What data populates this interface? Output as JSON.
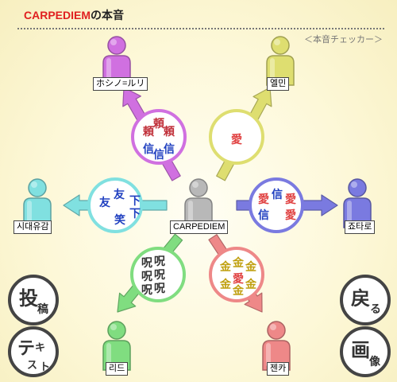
{
  "title": {
    "brand": "CARPEDIEM",
    "suffix": "の本音"
  },
  "checker_label": "＜本音チェッカー＞",
  "center_person": {
    "name": "CARPEDIEM"
  },
  "relations": [
    {
      "id": "north-west",
      "person": "ホシノ=ルリ",
      "color": "#d070e0",
      "pale": "#f2d6f7",
      "glyphs": [
        {
          "t": "頼",
          "c": "#c0303a"
        },
        {
          "t": "頼",
          "c": "#c0303a"
        },
        {
          "t": "頼",
          "c": "#c0303a"
        },
        {
          "t": "信",
          "c": "#2040c0"
        },
        {
          "t": "信",
          "c": "#2040c0"
        },
        {
          "t": "信",
          "c": "#2040c0"
        }
      ]
    },
    {
      "id": "north-east",
      "person": "엘민",
      "color": "#dede70",
      "pale": "#f7f6d2",
      "glyphs": [
        {
          "t": "愛",
          "c": "#e04040"
        }
      ]
    },
    {
      "id": "west",
      "person": "시대유감",
      "color": "#80e0e0",
      "pale": "#d8f7f7",
      "glyphs": [
        {
          "t": "友",
          "c": "#2040c0"
        },
        {
          "t": "友",
          "c": "#2040c0"
        },
        {
          "t": "下",
          "c": "#2040c0"
        },
        {
          "t": "下",
          "c": "#2040c0"
        },
        {
          "t": "笑",
          "c": "#2040c0"
        }
      ]
    },
    {
      "id": "east",
      "person": "죠타로",
      "color": "#7a7ae0",
      "pale": "#dddcf6",
      "glyphs": [
        {
          "t": "信",
          "c": "#2040c0"
        },
        {
          "t": "愛",
          "c": "#e04040"
        },
        {
          "t": "愛",
          "c": "#e04040"
        },
        {
          "t": "信",
          "c": "#2040c0"
        },
        {
          "t": "愛",
          "c": "#e04040"
        }
      ]
    },
    {
      "id": "south-west",
      "person": "리드",
      "color": "#80dd80",
      "pale": "#dbf6d6",
      "glyphs": [
        {
          "t": "呪",
          "c": "#333333"
        },
        {
          "t": "呪",
          "c": "#333333"
        },
        {
          "t": "呪",
          "c": "#333333"
        },
        {
          "t": "呪",
          "c": "#333333"
        },
        {
          "t": "呪",
          "c": "#333333"
        },
        {
          "t": "呪",
          "c": "#333333"
        }
      ]
    },
    {
      "id": "south-east",
      "person": "젠카",
      "color": "#ee8888",
      "pale": "#f8dcdc",
      "glyphs": [
        {
          "t": "金",
          "c": "#c0a010"
        },
        {
          "t": "金",
          "c": "#c0a010"
        },
        {
          "t": "金",
          "c": "#c0a010"
        },
        {
          "t": "愛",
          "c": "#e04040"
        },
        {
          "t": "金",
          "c": "#c0a010"
        },
        {
          "t": "金",
          "c": "#c0a010"
        },
        {
          "t": "金",
          "c": "#c0a010"
        }
      ]
    }
  ],
  "buttons": {
    "post": [
      "投",
      "稿"
    ],
    "text": [
      "テ",
      "キ",
      "ス",
      "ト"
    ],
    "back": [
      "戻",
      "る"
    ],
    "image": [
      "画",
      "像"
    ]
  }
}
